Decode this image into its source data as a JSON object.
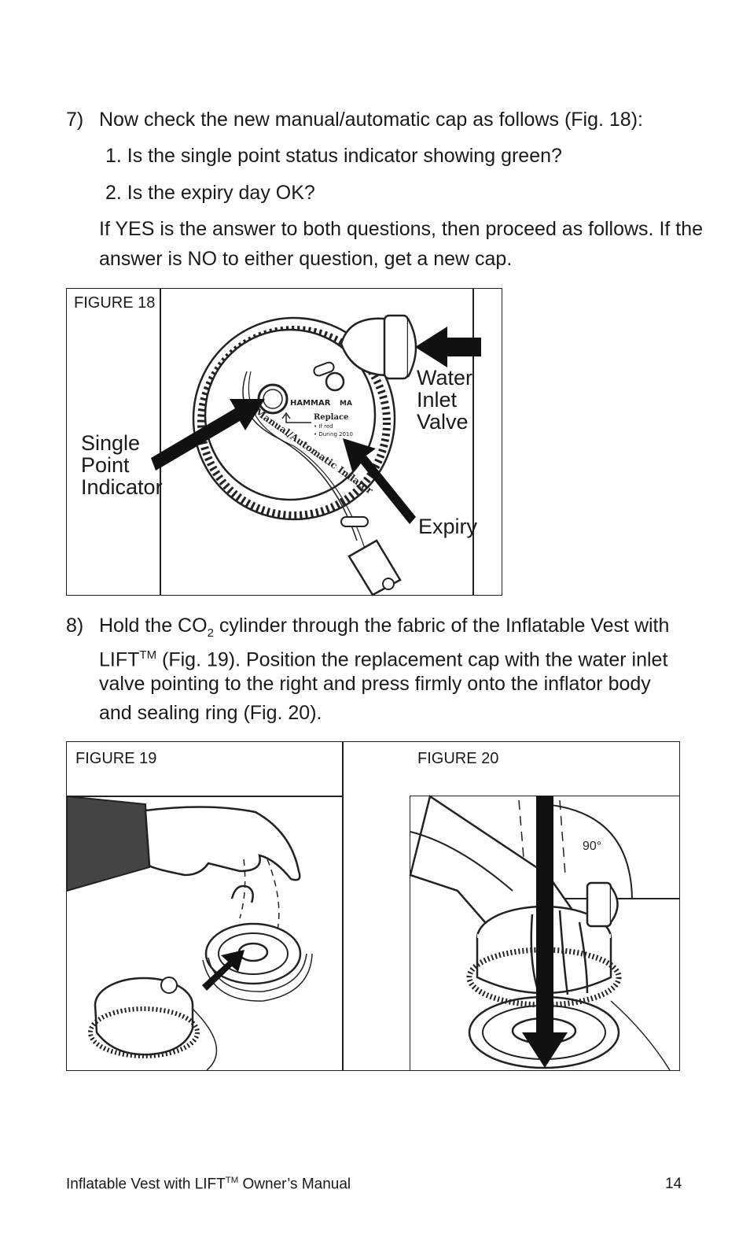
{
  "step7": {
    "number": "7)",
    "text": "Now check the new manual/automatic cap as follows (Fig. 18):",
    "q1": "1.  Is the single point status indicator showing green?",
    "q2": "2.  Is the expiry day OK?",
    "note_line1": "If YES is the answer to both questions, then proceed as follows. If the",
    "note_line2": "answer is NO to either question, get a new cap."
  },
  "figure18": {
    "label": "FIGURE 18",
    "callout_water": [
      "Water",
      "Inlet",
      "Valve"
    ],
    "callout_indicator": [
      "Single",
      "Point",
      "Indicator"
    ],
    "callout_expiry": "Expiry",
    "cap_brand": "HAMMAR",
    "cap_model": "MA",
    "cap_replace": "Replace",
    "cap_if_red": "• If red",
    "cap_during": "• During 2010",
    "cap_ring_text": "Manual/Automatic Inflator"
  },
  "step8": {
    "number": "8)",
    "line1_a": "Hold the CO",
    "line1_sub": "2",
    "line1_b": " cylinder through the fabric of the Inflatable Vest with",
    "line2_a": "LIFT",
    "line2_sup": "TM",
    "line2_b": " (Fig. 19). Position the replacement cap with the water inlet",
    "line3": "valve pointing to the right and press firmly onto the inflator body",
    "line4": "and sealing ring (Fig. 20)."
  },
  "figure19": {
    "label": "FIGURE 19"
  },
  "figure20": {
    "label": "FIGURE 20",
    "angle": "90°"
  },
  "footer": {
    "title_a": "Inflatable Vest with LIFT",
    "title_sup": "TM",
    "title_b": " Owner’s Manual",
    "page": "14"
  }
}
